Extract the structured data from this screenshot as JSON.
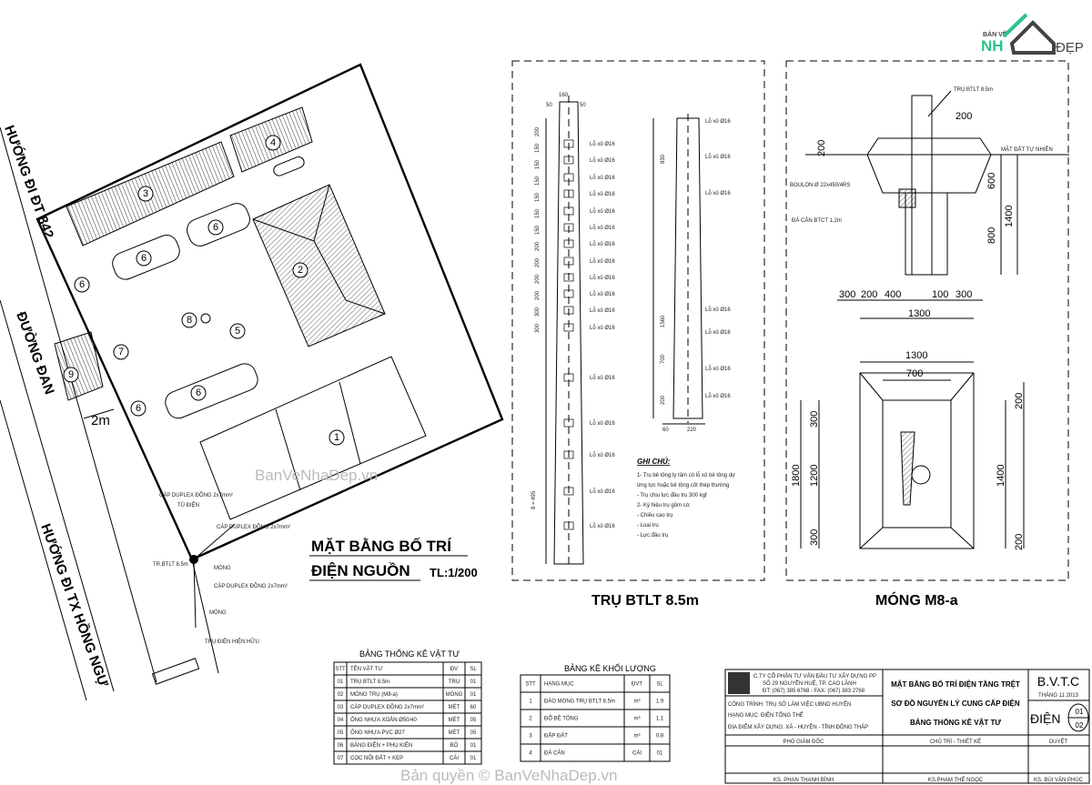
{
  "logo": {
    "top": "BẢN VẼ",
    "brand_left": "NH",
    "brand_right": "ĐẸP",
    "colors": {
      "green": "#2bc48a",
      "dark": "#444444"
    }
  },
  "site_plan": {
    "road_top": "HƯỚNG ĐI ĐT 842",
    "road_side": "ĐƯỜNG ĐAN",
    "road_bottom": "HƯỚNG ĐI TX HỒNG NGỰ",
    "width_dim": "2m",
    "title_line1": "MẶT BẰNG BỐ TRÍ",
    "title_line2": "ĐIỆN NGUỒN",
    "scale": "TL:1/200",
    "labels": [
      "1",
      "2",
      "3",
      "4",
      "5",
      "6",
      "6",
      "6",
      "6",
      "6",
      "7",
      "8",
      "9"
    ],
    "callouts": [
      "CÁP DUPLEX ĐỒNG 2x7mm²",
      "TỦ ĐIỆN",
      "CÁP DUPLEX ĐỒNG 2x7mm²",
      "TR.BTLT 8.5m",
      "MÓNG",
      "CÁP DUPLEX ĐỒNG 2x7mm²",
      "MÓNG",
      "TRỤ ĐIỆN HIỆN HỮU"
    ],
    "watermark": "BanVeNhaDep.vn"
  },
  "pole": {
    "title": "TRỤ BTLT 8.5m",
    "top_dims": [
      "160",
      "50",
      "50"
    ],
    "hole_label": "Lỗ xỏ Ø16",
    "side_dims": [
      "200",
      "150",
      "150",
      "150",
      "150",
      "150",
      "150",
      "200",
      "200",
      "200",
      "200",
      "300",
      "300"
    ],
    "long_dim": "8 = 495",
    "right_dims": [
      "830",
      "1560",
      "700",
      "200"
    ],
    "bottom_dims": [
      "60",
      "220"
    ],
    "note_title": "GHI CHÚ:",
    "notes": [
      "1- Trụ bê tông ly tâm có lỗ xỏ bê tông dự",
      "ứng lực hoặc bê tông cốt thép thường",
      "- Trụ chịu lực đầu trụ 300 kgf",
      "2- Ký hiệu trụ gồm có:",
      "   - Chiều cao trụ",
      "   - Loại trụ",
      "   - Lực đầu trụ"
    ]
  },
  "foundation": {
    "title": "MÓNG M8-a",
    "pole_label": "TRỤ BTLT 8.5m",
    "ground_label": "MẶT ĐẤT TỰ NHIÊN",
    "bolt_label": "BOULON Ø 22x450/4RS",
    "stone_label": "ĐÁ CẢN BTCT 1,2m",
    "section_dims": {
      "top": "200",
      "left": "200",
      "d600": "600",
      "d800": "800",
      "d1400": "1400",
      "bottom": [
        "300",
        "200",
        "400",
        "100",
        "300"
      ],
      "total": "1300"
    },
    "plan_dims": {
      "top": "1300",
      "inner": "700",
      "left_total": "1800",
      "left": [
        "300",
        "1200",
        "300"
      ],
      "right_total": "1400",
      "right": [
        "200",
        "200"
      ]
    }
  },
  "material_table": {
    "title": "BẢNG THỐNG KÊ VẬT TƯ",
    "headers": [
      "STT",
      "TÊN VẬT TƯ",
      "ĐV",
      "SL"
    ],
    "rows": [
      [
        "01",
        "TRỤ BTLT 8.5m",
        "TRỤ",
        "01"
      ],
      [
        "02",
        "MÓNG TRỤ (M8-a)",
        "MÓNG",
        "01"
      ],
      [
        "03",
        "CÁP DUPLEX ĐỒNG 2x7mm²",
        "MÉT",
        "60"
      ],
      [
        "04",
        "ỐNG NHỰA XOẮN Ø50/40",
        "MÉT",
        "05"
      ],
      [
        "05",
        "ỐNG NHỰA PVC Ø27",
        "MÉT",
        "05"
      ],
      [
        "06",
        "BẢNG ĐIỆN + PHỤ KIỆN",
        "BỘ",
        "01"
      ],
      [
        "07",
        "CỌC NỐI ĐẤT + KẸP",
        "CÁI",
        "01"
      ]
    ]
  },
  "volume_table": {
    "title": "BẢNG KÊ KHỐI LƯỢNG",
    "headers": [
      "STT",
      "HẠNG MỤC",
      "ĐVT",
      "SL"
    ],
    "rows": [
      [
        "1",
        "ĐÀO MÓNG TRỤ BTLT 8.5m",
        "m³",
        "1.9"
      ],
      [
        "2",
        "ĐỔ BÊ TÔNG",
        "m³",
        "1.1"
      ],
      [
        "3",
        "ĐẮP ĐẤT",
        "m³",
        "0.8"
      ],
      [
        "4",
        "ĐÁ CẢN",
        "CÁI",
        "01"
      ]
    ]
  },
  "title_block": {
    "company": "C.TY CỔ PHẦN TƯ VẤN ĐẦU TƯ XÂY DỰNG PP",
    "company_addr": "SỐ 29 NGUYỄN HUỆ, TP. CAO LÃNH",
    "company_phone": "ĐT: (067) 385 6768 - FAX: (067) 383 2768",
    "project_lines": [
      "CÔNG TRÌNH: TRỤ SỞ LÀM VIỆC UBND HUYỆN",
      "HẠNG MỤC: ĐIỆN TỔNG THỂ",
      "ĐỊA ĐIỂM XÂY DỰNG: XÃ - HUYỆN - TỈNH ĐỒNG THÁP"
    ],
    "drawing_title": [
      "MẶT BẰNG BỐ TRÍ ĐIỆN TẦNG TRỆT",
      "SƠ ĐỒ NGUYÊN LÝ CUNG CẤP ĐIỆN",
      "BẢNG THỐNG KÊ VẬT TƯ"
    ],
    "stage": "B.V.T.C",
    "date": "THÁNG 11 2013",
    "discipline": "ĐIỆN",
    "sheet": "01",
    "sheets": "02",
    "roles": [
      "PHÓ GIÁM ĐỐC",
      "CHỦ TRÌ - THIẾT KẾ",
      "DUYỆT"
    ],
    "names": [
      "KS. PHAN THANH BÌNH",
      "KS.PHẠM THẾ NGỌC",
      "KS. BÙI VĂN PHÚC"
    ]
  },
  "footer_watermark": "Bản quyền © BanVeNhaDep.vn"
}
